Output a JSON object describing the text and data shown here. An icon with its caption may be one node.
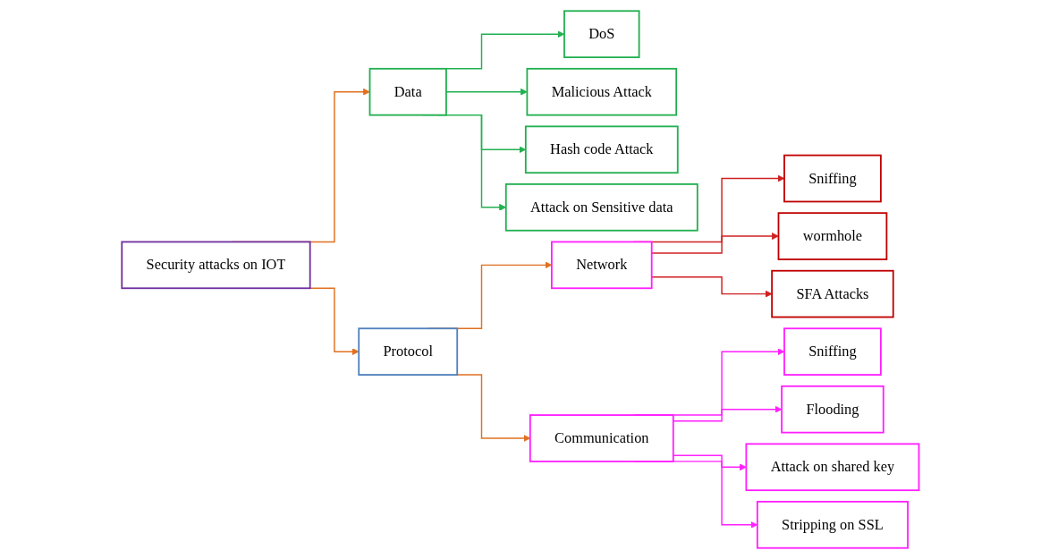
{
  "diagram": {
    "nodes": [
      {
        "text": [
          "Security attacks on IOT"
        ]
      },
      {
        "text": [
          "Data"
        ]
      },
      {
        "text": [
          "Protocol"
        ]
      },
      {
        "text": [
          "DoS"
        ]
      },
      {
        "text": [
          "Malicious Attack"
        ]
      },
      {
        "text": [
          "Hash code Attack"
        ]
      },
      {
        "text": [
          "Attack on Sensitive data"
        ]
      },
      {
        "text": [
          "Network"
        ]
      },
      {
        "text": [
          "Communication"
        ]
      },
      {
        "text": [
          "Sniffing"
        ]
      },
      {
        "text": [
          "wormhole"
        ]
      },
      {
        "text": [
          "SFA Attacks"
        ]
      },
      {
        "text": [
          "Sniffing"
        ]
      },
      {
        "text": [
          "Flooding"
        ]
      },
      {
        "text": [
          "Attack on shared key"
        ]
      },
      {
        "text": [
          "Stripping on SSL"
        ]
      }
    ],
    "edges": [
      {
        "from": 0,
        "to": 1,
        "arrow": "to",
        "color": "#e07020"
      },
      {
        "from": 0,
        "to": 2,
        "arrow": "to",
        "color": "#e07020"
      },
      {
        "from": 1,
        "to": 3,
        "arrow": "to",
        "color": "#22b050"
      },
      {
        "from": 1,
        "to": 4,
        "arrow": "to",
        "color": "#22b050"
      },
      {
        "from": 1,
        "to": 5,
        "arrow": "to",
        "color": "#22b050"
      },
      {
        "from": 1,
        "to": 6,
        "arrow": "to",
        "color": "#22b050"
      },
      {
        "from": 2,
        "to": 7,
        "arrow": "to",
        "color": "#e07020"
      },
      {
        "from": 2,
        "to": 8,
        "arrow": "to",
        "color": "#e07020"
      },
      {
        "from": 7,
        "to": 9,
        "arrow": "to",
        "color": "#d02020"
      },
      {
        "from": 7,
        "to": 10,
        "arrow": "to",
        "color": "#d02020"
      },
      {
        "from": 7,
        "to": 11,
        "arrow": "to",
        "color": "#d02020"
      },
      {
        "from": 8,
        "to": 12,
        "arrow": "to",
        "color": "#ff20ff"
      },
      {
        "from": 8,
        "to": 13,
        "arrow": "to",
        "color": "#ff20ff"
      },
      {
        "from": 8,
        "to": 14,
        "arrow": "to",
        "color": "#ff20ff"
      },
      {
        "from": 8,
        "to": 15,
        "arrow": "to",
        "color": "#ff20ff"
      }
    ]
  }
}
